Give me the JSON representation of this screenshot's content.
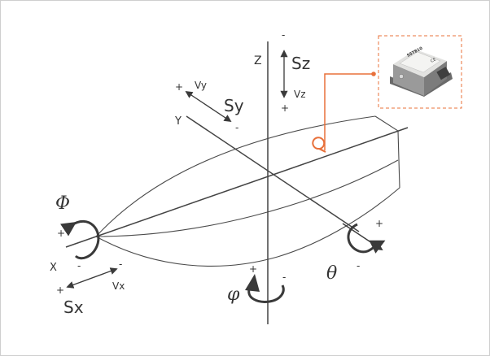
{
  "axes": {
    "z": "Z",
    "y": "Y",
    "x": "X"
  },
  "surge": {
    "label": "Sx",
    "velocity": "Vx",
    "plus": "+",
    "minus": "-"
  },
  "sway": {
    "label": "Sy",
    "velocity": "Vy",
    "plus": "+",
    "minus": "-"
  },
  "heave": {
    "label": "Sz",
    "velocity": "Vz",
    "plus": "+",
    "minus": "-"
  },
  "roll": {
    "symbol": "Φ",
    "plus": "+",
    "minus": "-"
  },
  "pitch": {
    "symbol": "θ",
    "plus": "+",
    "minus": "-"
  },
  "yaw": {
    "symbol": "φ",
    "plus": "+",
    "minus": "-"
  },
  "sensor": {
    "model": "SST810",
    "mark": "CE"
  },
  "colors": {
    "line": "#4a4a4a",
    "accent": "#e8703a",
    "text": "#333333"
  }
}
